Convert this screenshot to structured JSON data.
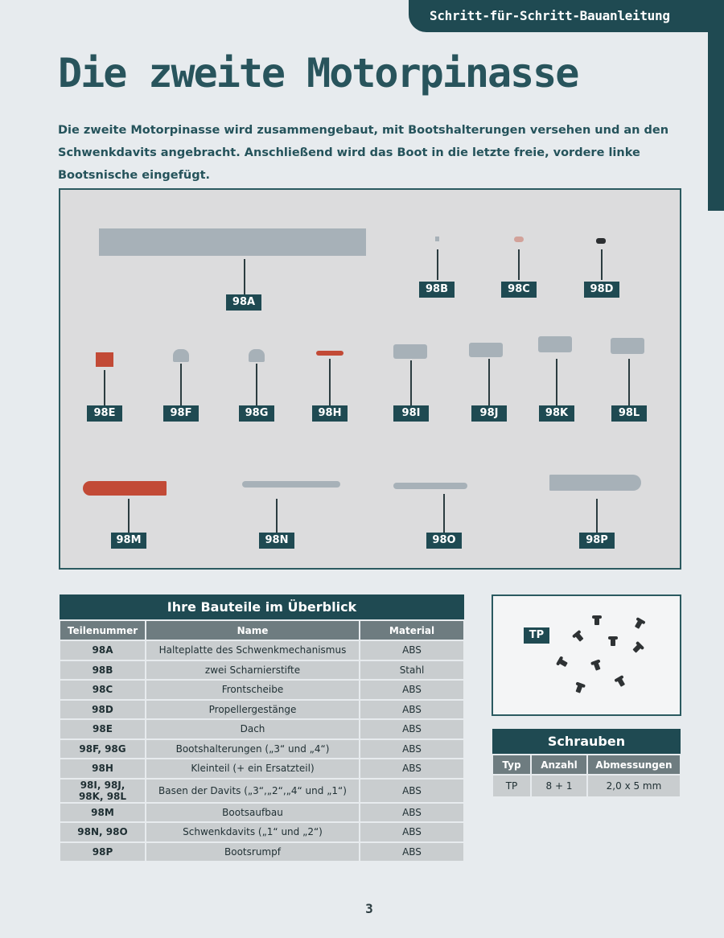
{
  "header": {
    "tab_label": "Schritt-für-Schritt-Bauanleitung"
  },
  "title": "Die zweite Motorpinasse",
  "intro": "Die zweite Motorpinasse wird zusammengebaut, mit Bootshalterungen versehen und an den Schwenkdavits angebracht. Anschließend wird das Boot in die letzte freie, vordere linke Bootsnische eingefügt.",
  "part_labels": [
    "98A",
    "98B",
    "98C",
    "98D",
    "98E",
    "98F",
    "98G",
    "98H",
    "98I",
    "98J",
    "98K",
    "98L",
    "98M",
    "98N",
    "98O",
    "98P"
  ],
  "parts_table": {
    "caption": "Ihre Bauteile im Überblick",
    "headers": [
      "Teilenummer",
      "Name",
      "Material"
    ],
    "rows": [
      [
        "98A",
        "Halteplatte des Schwenkmechanismus",
        "ABS"
      ],
      [
        "98B",
        "zwei Scharnierstifte",
        "Stahl"
      ],
      [
        "98C",
        "Frontscheibe",
        "ABS"
      ],
      [
        "98D",
        "Propellergestänge",
        "ABS"
      ],
      [
        "98E",
        "Dach",
        "ABS"
      ],
      [
        "98F, 98G",
        "Bootshalterungen („3“ und „4“)",
        "ABS"
      ],
      [
        "98H",
        "Kleinteil (+ ein Ersatzteil)",
        "ABS"
      ],
      [
        "98I, 98J,\n98K, 98L",
        "Basen der Davits („3“,„2“,„4“ und „1“)",
        "ABS"
      ],
      [
        "98M",
        "Bootsaufbau",
        "ABS"
      ],
      [
        "98N, 98O",
        "Schwenkdavits („1“ und „2“)",
        "ABS"
      ],
      [
        "98P",
        "Bootsrumpf",
        "ABS"
      ]
    ]
  },
  "screw_image": {
    "label": "TP"
  },
  "screw_table": {
    "caption": "Schrauben",
    "headers": [
      "Typ",
      "Anzahl",
      "Abmessungen"
    ],
    "rows": [
      [
        "TP",
        "8 + 1",
        "2,0 x 5 mm"
      ]
    ]
  },
  "page_number": "3"
}
